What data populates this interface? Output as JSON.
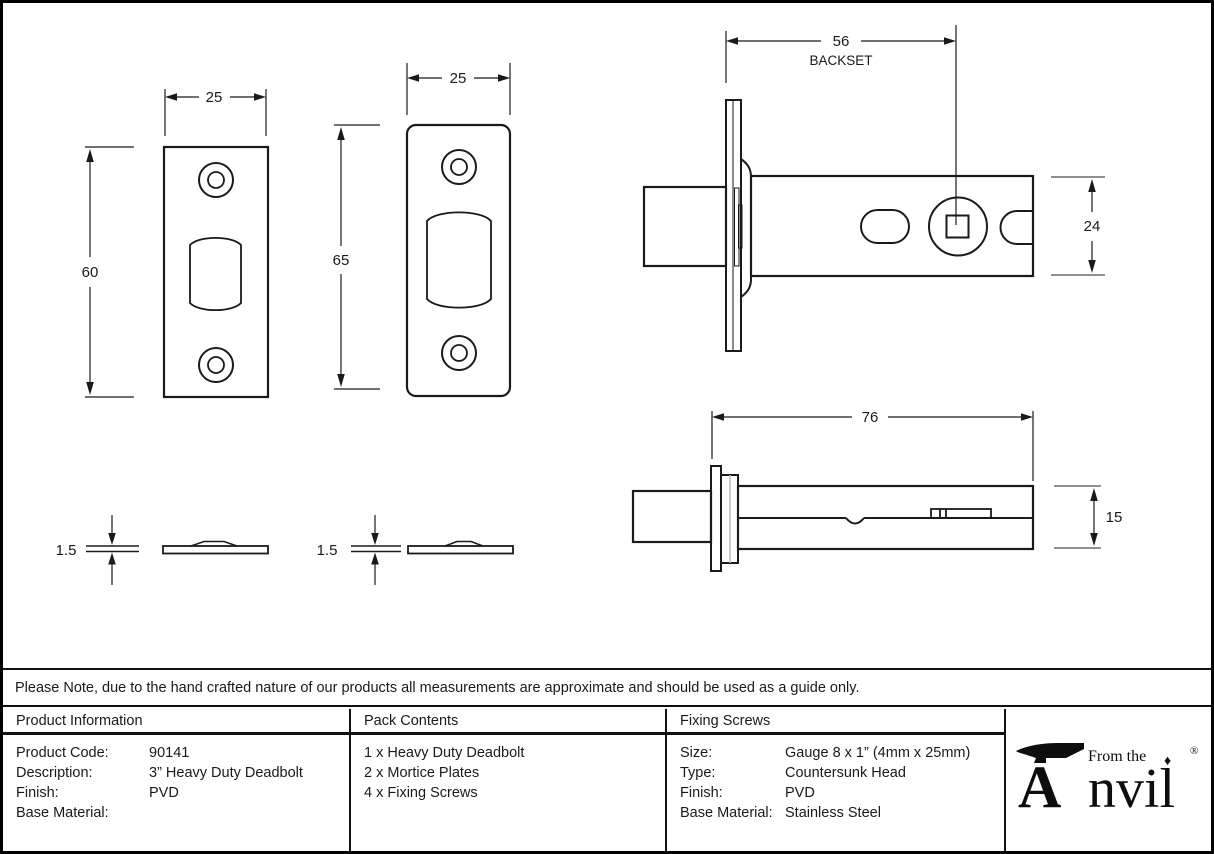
{
  "notice": "Please Note, due to the hand crafted nature of our products all measurements are approximate and should be used as a guide only.",
  "drawings": {
    "mortice_plate_square": {
      "width": "25",
      "height": "60"
    },
    "mortice_plate_radius": {
      "width": "25",
      "height": "65"
    },
    "deadbolt_front": {
      "backset": "56",
      "backset_label": "BACKSET",
      "height": "24"
    },
    "deadbolt_side": {
      "length": "76",
      "height": "15"
    },
    "plate_profile_square": {
      "thickness": "1.5"
    },
    "plate_profile_radius": {
      "thickness": "1.5"
    }
  },
  "table": {
    "product_information": {
      "header": "Product Information",
      "rows": [
        {
          "label": "Product Code:",
          "value": "90141"
        },
        {
          "label": "Description:",
          "value": "3” Heavy Duty Deadbolt"
        },
        {
          "label": "Finish:",
          "value": "PVD"
        },
        {
          "label": "Base Material:",
          "value": ""
        }
      ]
    },
    "pack_contents": {
      "header": "Pack Contents",
      "items": [
        "1 x Heavy Duty Deadbolt",
        "2 x Mortice Plates",
        "4 x Fixing Screws"
      ]
    },
    "fixing_screws": {
      "header": "Fixing Screws",
      "rows": [
        {
          "label": "Size:",
          "value": "Gauge 8 x 1” (4mm x 25mm)"
        },
        {
          "label": "Type:",
          "value": "Countersunk Head"
        },
        {
          "label": "Finish:",
          "value": "PVD"
        },
        {
          "label": "Base Material:",
          "value": "Stainless Steel"
        }
      ]
    }
  },
  "logo": {
    "prefix": "From the",
    "brand_initial": "A",
    "brand_rest": "nvil",
    "diamond": "♦",
    "registered": "®"
  },
  "colors": {
    "line": "#1a1a1a",
    "ext_line": "#8f8f8f",
    "background": "#ffffff"
  }
}
